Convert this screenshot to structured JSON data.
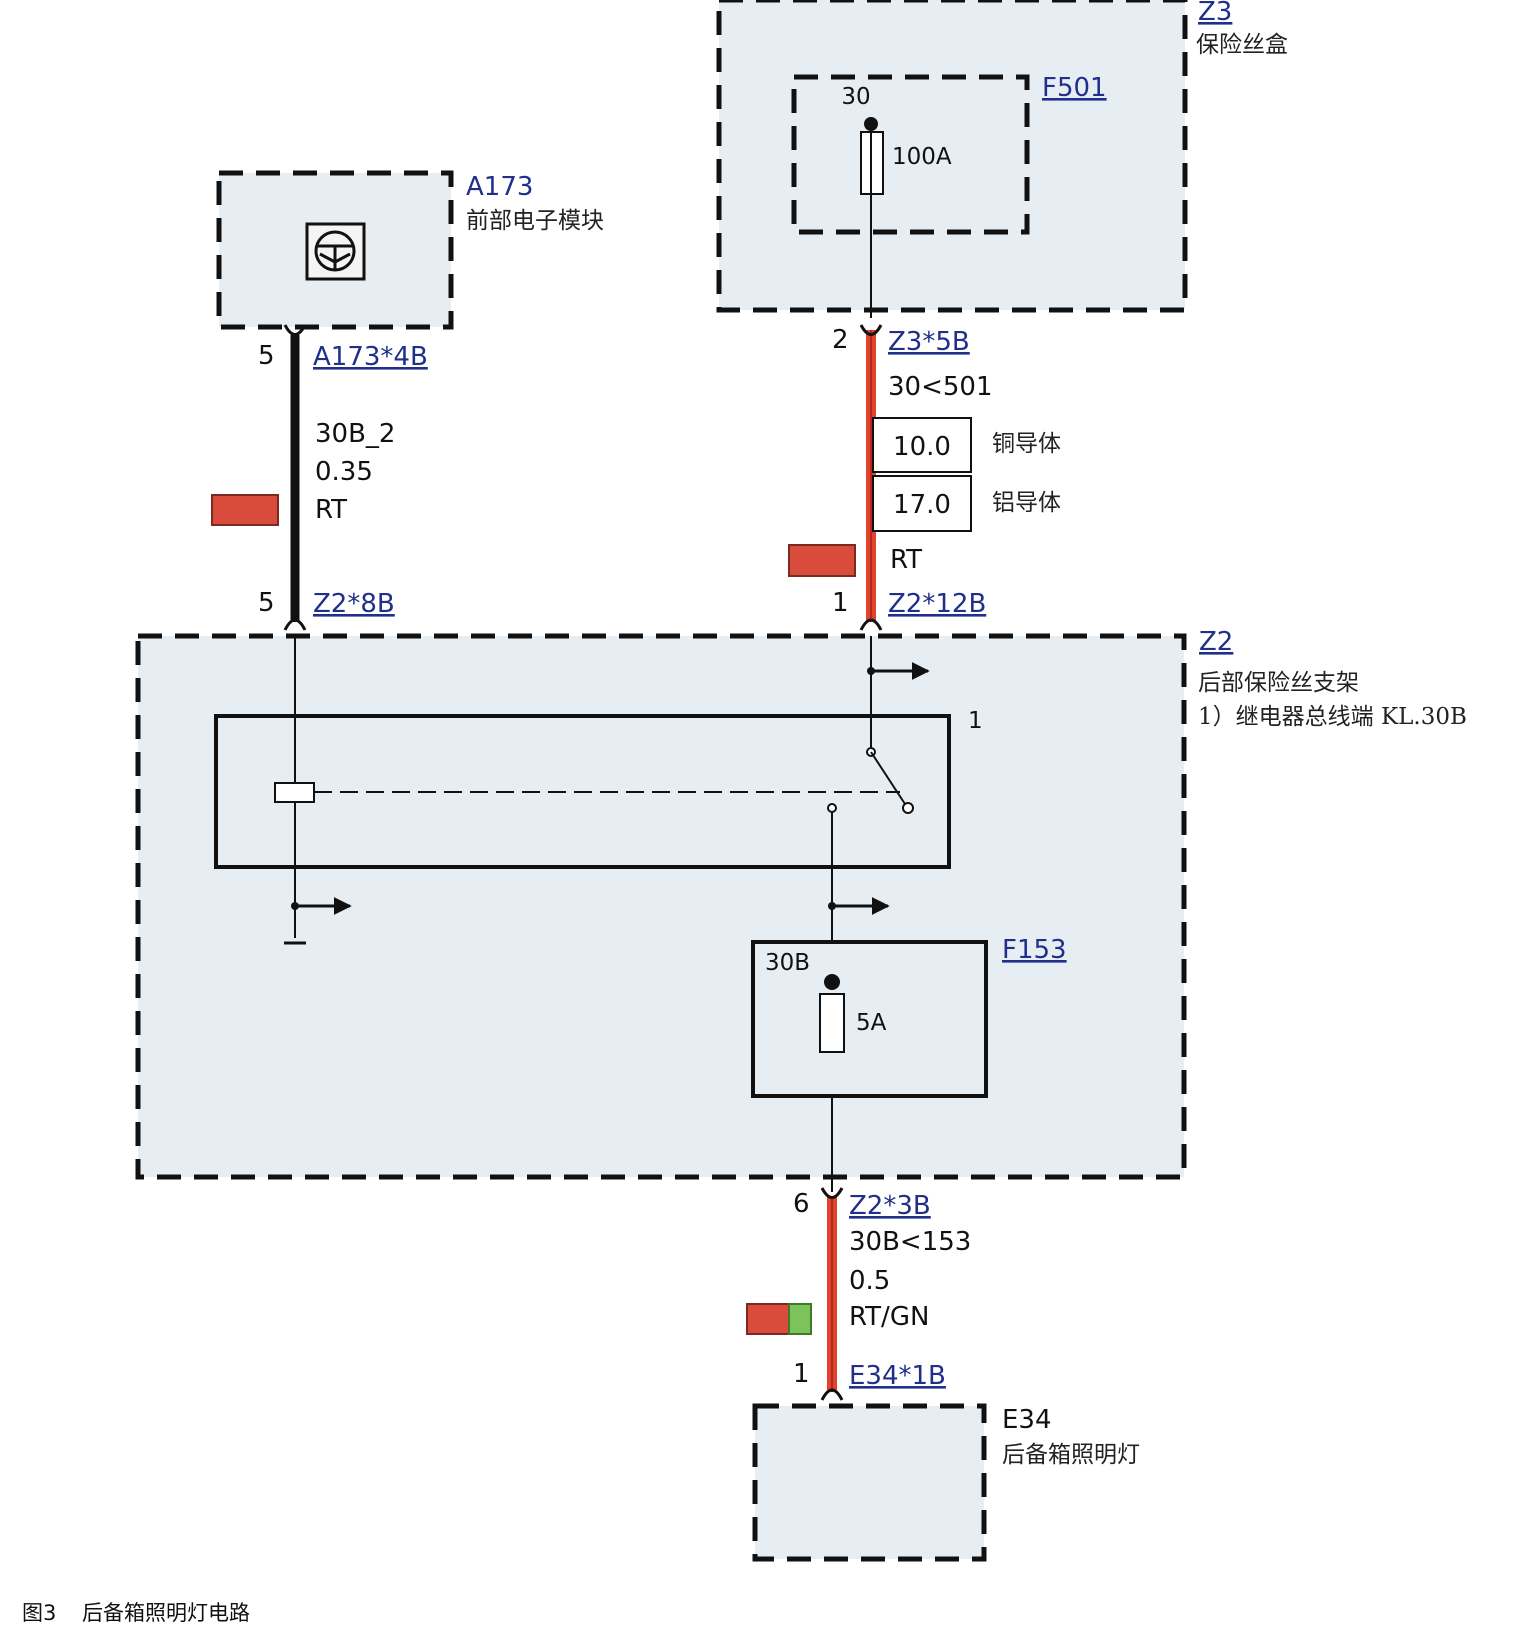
{
  "components": {
    "z3": {
      "id": "Z3",
      "name": "保险丝盒"
    },
    "f501": {
      "id": "F501",
      "pin": "30",
      "rating": "100A"
    },
    "a173": {
      "id": "A173",
      "name": "前部电子模块"
    },
    "z2": {
      "id": "Z2",
      "name": "后部保险丝支架",
      "note": "1）继电器总线端 KL.30B",
      "relay_pin": "1"
    },
    "f153": {
      "id": "F153",
      "pin": "30B",
      "rating": "5A"
    },
    "e34": {
      "id": "E34",
      "name": "后备箱照明灯"
    }
  },
  "connectors": {
    "a173_4b": {
      "pin": "5",
      "label": "A173*4B"
    },
    "z2_8b": {
      "pin": "5",
      "label": "Z2*8B"
    },
    "z3_5b": {
      "pin": "2",
      "label": "Z3*5B"
    },
    "z2_12b": {
      "pin": "1",
      "label": "Z2*12B"
    },
    "z2_3b": {
      "pin": "6",
      "label": "Z2*3B"
    },
    "e34_1b": {
      "pin": "1",
      "label": "E34*1B"
    }
  },
  "wires": {
    "w1": {
      "signal": "30B_2",
      "section": "0.35",
      "color_code": "RT",
      "swatch": [
        "#d94b3a"
      ],
      "line_color": "#111111"
    },
    "w2": {
      "signal": "30<501",
      "copper_label": "铜导体",
      "copper_value": "10.0",
      "aluminium_label": "铝导体",
      "aluminium_value": "17.0",
      "color_code": "RT",
      "swatch": [
        "#d94b3a"
      ],
      "line_color": "#e0442f"
    },
    "w3": {
      "signal": "30B<153",
      "section": "0.5",
      "color_code": "RT/GN",
      "swatch": [
        "#d94b3a",
        "#7cc35a"
      ],
      "line_color": "#e0442f"
    }
  },
  "caption": {
    "figure": "图3",
    "title": "后备箱照明灯电路"
  }
}
